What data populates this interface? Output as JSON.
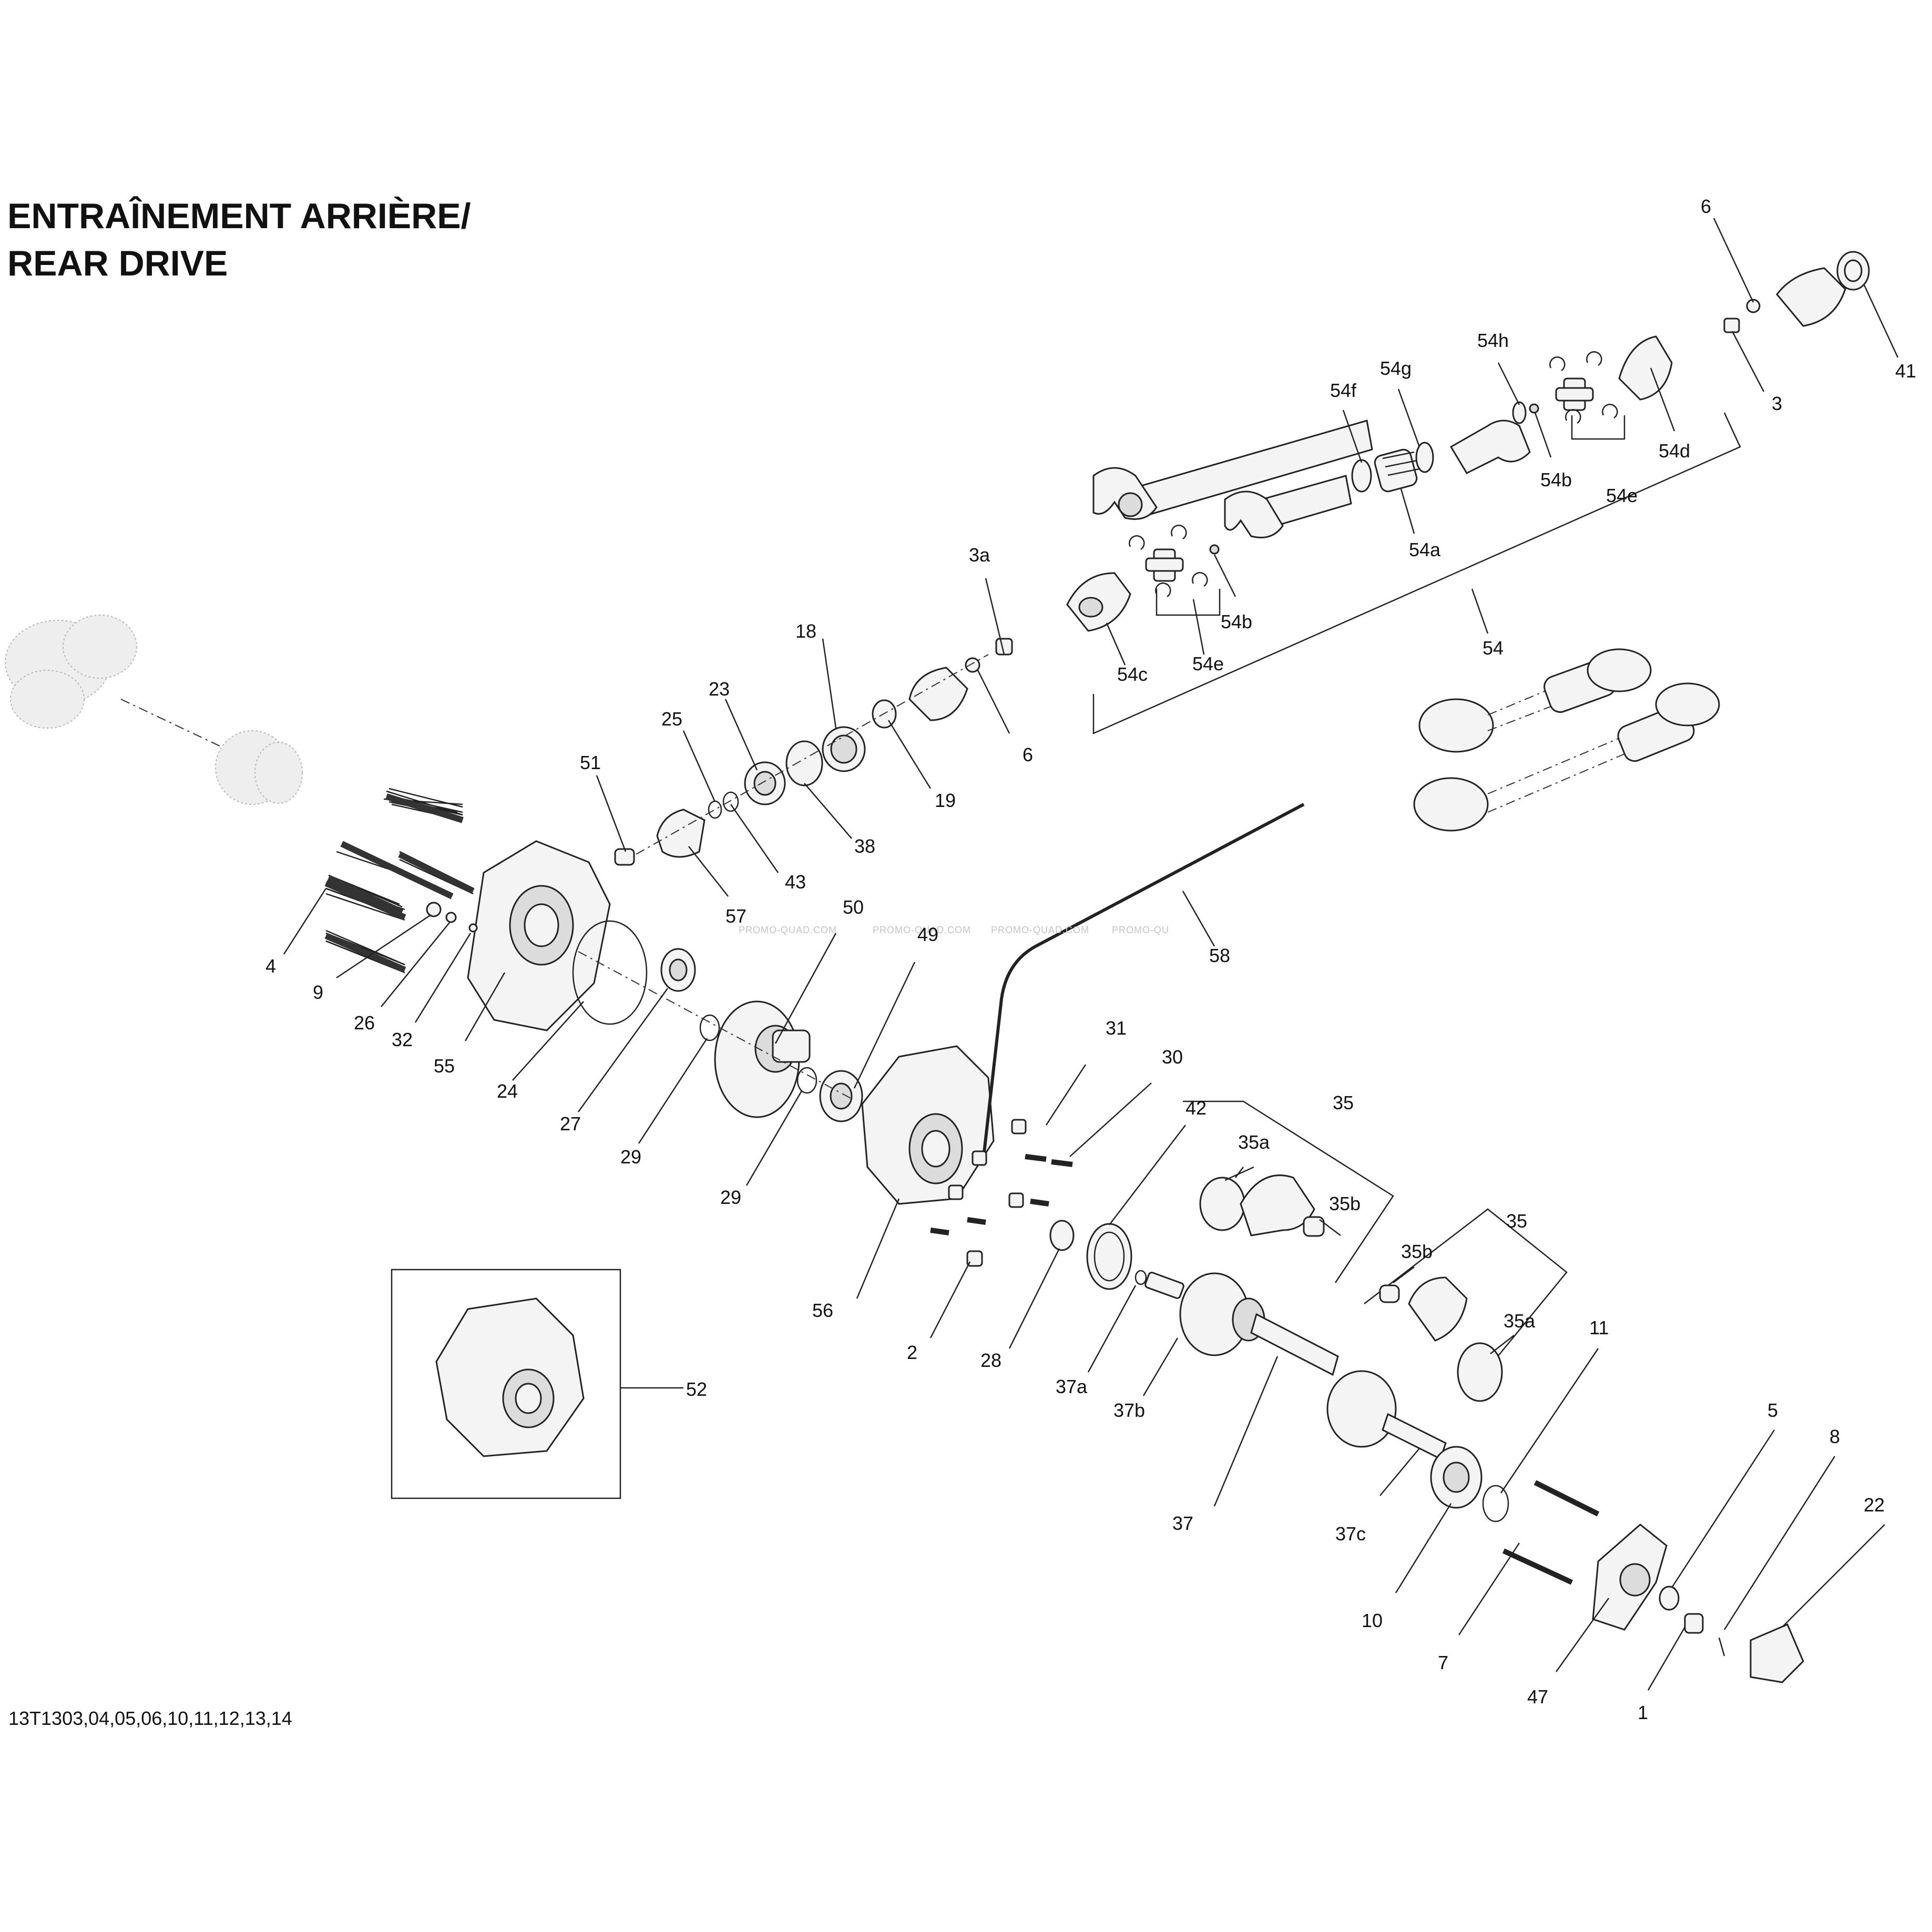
{
  "title": {
    "line1": "ENTRAÎNEMENT ARRIÈRE/",
    "line2": "REAR DRIVE"
  },
  "reference_code": "13T1303,04,05,06,10,11,12,13,14",
  "watermarks": [
    "PROMO-QUAD.COM",
    "PROMO-QUAD.COM",
    "PROMO-QUAD.COM",
    "PROMO-QU"
  ],
  "callouts": {
    "c6_top": "6",
    "c41": "41",
    "c3": "3",
    "c54h": "54h",
    "c54g": "54g",
    "c54f": "54f",
    "c54b_top": "54b",
    "c54e_top": "54e",
    "c54d": "54d",
    "c54a": "54a",
    "c3a": "3a",
    "c54b_bottom": "54b",
    "c54c": "54c",
    "c54e_bottom": "54e",
    "c54": "54",
    "c18": "18",
    "c23": "23",
    "c25": "25",
    "c6_mid": "6",
    "c19": "19",
    "c51": "51",
    "c38": "38",
    "c43": "43",
    "c57": "57",
    "c50": "50",
    "c49": "49",
    "c58": "58",
    "c4": "4",
    "c9": "9",
    "c26": "26",
    "c32": "32",
    "c55": "55",
    "c24": "24",
    "c27": "27",
    "c29_a": "29",
    "c29_b": "29",
    "c31": "31",
    "c30": "30",
    "c42": "42",
    "c35_a": "35",
    "c35a_a": "35a",
    "c35b_a": "35b",
    "c35_b": "35",
    "c35b_b": "35b",
    "c35a_b": "35a",
    "c56": "56",
    "c2": "2",
    "c28": "28",
    "c37a": "37a",
    "c37b": "37b",
    "c37": "37",
    "c37c": "37c",
    "c11": "11",
    "c5": "5",
    "c8": "8",
    "c22": "22",
    "c52": "52",
    "c10": "10",
    "c7": "7",
    "c47": "47",
    "c1": "1"
  }
}
